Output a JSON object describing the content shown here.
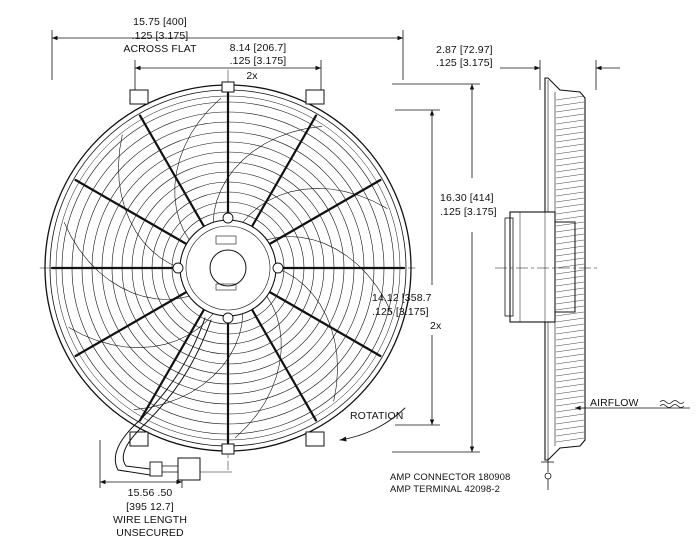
{
  "dimensions": {
    "width_across_flat": {
      "value": "15.75 [400]",
      "tolerance": ".125 [3.175]",
      "note": "ACROSS FLAT"
    },
    "mount_top": {
      "value": "8.14 [206.7]",
      "tolerance": ".125 [3.175]",
      "qty": "2x"
    },
    "depth": {
      "value": "2.87 [72.97]",
      "tolerance": ".125 [3.175]"
    },
    "height": {
      "value": "16.30 [414]",
      "tolerance": ".125 [3.175]"
    },
    "mount_side": {
      "value": "14.12 [358.7",
      "tolerance": ".125 [3.175]",
      "qty": "2x"
    },
    "wire_length": {
      "value": "15.56 .50",
      "metric": "[395 12.7]",
      "line1": "WIRE LENGTH",
      "line2": "UNSECURED"
    }
  },
  "labels": {
    "rotation": "ROTATION",
    "airflow": "AIRFLOW",
    "amp_connector": "AMP CONNECTOR 180908",
    "amp_terminal": "AMP TERMINAL 42098-2"
  }
}
